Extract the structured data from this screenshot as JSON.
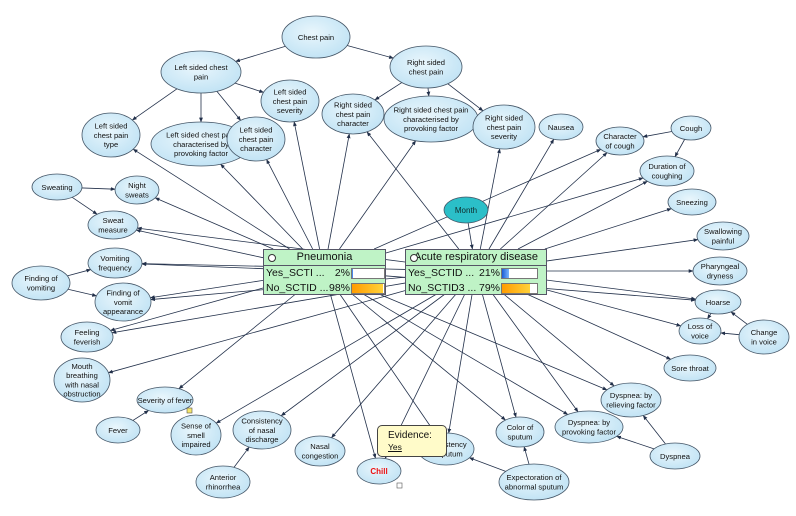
{
  "nodes": [
    {
      "id": "chest_pain",
      "lines": [
        "Chest pain"
      ]
    },
    {
      "id": "left_chest_pain",
      "lines": [
        "Left sided chest",
        "pain"
      ]
    },
    {
      "id": "right_chest_pain",
      "lines": [
        "Right sided",
        "chest pain"
      ]
    },
    {
      "id": "left_sev",
      "lines": [
        "Left sided",
        "chest pain",
        "severity"
      ]
    },
    {
      "id": "left_type",
      "lines": [
        "Left sided",
        "chest pain",
        "type"
      ]
    },
    {
      "id": "left_prov",
      "lines": [
        "Left sided chest pain",
        "characterised by",
        "provoking factor"
      ]
    },
    {
      "id": "left_char",
      "lines": [
        "Left sided",
        "chest pain",
        "character"
      ]
    },
    {
      "id": "right_char",
      "lines": [
        "Right sided",
        "chest pain",
        "character"
      ]
    },
    {
      "id": "right_prov",
      "lines": [
        "Right sided chest pain",
        "characterised by",
        "provoking factor"
      ]
    },
    {
      "id": "right_sev",
      "lines": [
        "Right sided",
        "chest pain",
        "severity"
      ]
    },
    {
      "id": "nausea",
      "lines": [
        "Nausea"
      ]
    },
    {
      "id": "char_cough",
      "lines": [
        "Character",
        "of cough"
      ]
    },
    {
      "id": "cough",
      "lines": [
        "Cough"
      ]
    },
    {
      "id": "dur_cough",
      "lines": [
        "Duration of",
        "coughing"
      ]
    },
    {
      "id": "sweating",
      "lines": [
        "Sweating"
      ]
    },
    {
      "id": "night_sweats",
      "lines": [
        "Night",
        "sweats"
      ]
    },
    {
      "id": "sweat_measure",
      "lines": [
        "Sweat",
        "measure"
      ]
    },
    {
      "id": "sneezing",
      "lines": [
        "Sneezing"
      ]
    },
    {
      "id": "swallowing",
      "lines": [
        "Swallowing",
        "painful"
      ]
    },
    {
      "id": "finding_vomiting",
      "lines": [
        "Finding of",
        "vomiting"
      ]
    },
    {
      "id": "vomit_freq",
      "lines": [
        "Vomiting",
        "frequency"
      ]
    },
    {
      "id": "vomit_app",
      "lines": [
        "Finding of",
        "vomit",
        "appearance"
      ]
    },
    {
      "id": "pharyngeal",
      "lines": [
        "Pharyngeal",
        "dryness"
      ]
    },
    {
      "id": "hoarse",
      "lines": [
        "Hoarse"
      ]
    },
    {
      "id": "loss_voice",
      "lines": [
        "Loss of",
        "voice"
      ]
    },
    {
      "id": "change_voice",
      "lines": [
        "Change",
        "in voice"
      ]
    },
    {
      "id": "feeling_feverish",
      "lines": [
        "Feeling",
        "feverish"
      ]
    },
    {
      "id": "sore_throat",
      "lines": [
        "Sore throat"
      ]
    },
    {
      "id": "mouth_breathing",
      "lines": [
        "Mouth",
        "breathing",
        "with nasal",
        "obstruction"
      ]
    },
    {
      "id": "severity_fever",
      "lines": [
        "Severity of fever"
      ]
    },
    {
      "id": "dyspnea_relieving",
      "lines": [
        "Dyspnea: by",
        "relieving factor"
      ]
    },
    {
      "id": "fever",
      "lines": [
        "Fever"
      ]
    },
    {
      "id": "smell",
      "lines": [
        "Sense of",
        "smell",
        "impaired"
      ]
    },
    {
      "id": "nasal_discharge",
      "lines": [
        "Consistency",
        "of nasal",
        "discharge"
      ]
    },
    {
      "id": "nasal_congestion",
      "lines": [
        "Nasal",
        "congestion"
      ]
    },
    {
      "id": "sputum_consistency",
      "lines": [
        "Consistency",
        "of sputum"
      ]
    },
    {
      "id": "color_sputum",
      "lines": [
        "Color of",
        "sputum"
      ]
    },
    {
      "id": "dyspnea_provoking",
      "lines": [
        "Dyspnea: by",
        "provoking factor"
      ]
    },
    {
      "id": "dyspnea",
      "lines": [
        "Dyspnea"
      ]
    },
    {
      "id": "anterior_rhinorrhea",
      "lines": [
        "Anterior",
        "rhinorrhea"
      ]
    },
    {
      "id": "expectoration",
      "lines": [
        "Expectoration of",
        "abnormal sputum"
      ]
    },
    {
      "id": "chill",
      "lines": [
        "Chill"
      ]
    },
    {
      "id": "month",
      "lines": [
        "Month"
      ]
    }
  ],
  "monitors": {
    "pneumonia": {
      "title": "Pneumonia",
      "rows": [
        {
          "label": "Yes_SCTI ...",
          "percent": "2%",
          "value": 0.02,
          "kind": "yes"
        },
        {
          "label": "No_SCTID ...",
          "percent": "98%",
          "value": 0.98,
          "kind": "no"
        }
      ]
    },
    "ard": {
      "title": "Acute respiratory disease",
      "rows": [
        {
          "label": "Yes_SCTID ...",
          "percent": "21%",
          "value": 0.21,
          "kind": "yes"
        },
        {
          "label": "No_SCTID3 ...",
          "percent": "79%",
          "value": 0.79,
          "kind": "no"
        }
      ]
    }
  },
  "evidence": {
    "title": "Evidence:",
    "value": "Yes"
  },
  "colors": {
    "node_fill": "#cfe9f7",
    "node_stroke": "#445566",
    "month_fill": "#2bbfc8",
    "monitor_bg": "#bff3c6",
    "edge": "#22304a",
    "chill_text": "#e11111",
    "evidence_bg": "#fffbc9"
  },
  "edges": [
    [
      "chest_pain",
      "left_chest_pain"
    ],
    [
      "chest_pain",
      "right_chest_pain"
    ],
    [
      "left_chest_pain",
      "left_sev"
    ],
    [
      "left_chest_pain",
      "left_type"
    ],
    [
      "left_chest_pain",
      "left_prov"
    ],
    [
      "left_chest_pain",
      "left_char"
    ],
    [
      "right_chest_pain",
      "right_char"
    ],
    [
      "right_chest_pain",
      "right_prov"
    ],
    [
      "right_chest_pain",
      "right_sev"
    ],
    [
      "cough",
      "char_cough"
    ],
    [
      "cough",
      "dur_cough"
    ],
    [
      "sweating",
      "night_sweats"
    ],
    [
      "sweating",
      "sweat_measure"
    ],
    [
      "finding_vomiting",
      "vomit_freq"
    ],
    [
      "finding_vomiting",
      "vomit_app"
    ],
    [
      "hoarse",
      "loss_voice"
    ],
    [
      "change_voice",
      "loss_voice"
    ],
    [
      "change_voice",
      "hoarse"
    ],
    [
      "fever",
      "severity_fever"
    ],
    [
      "anterior_rhinorrhea",
      "nasal_discharge"
    ],
    [
      "dyspnea",
      "dyspnea_relieving"
    ],
    [
      "dyspnea",
      "dyspnea_provoking"
    ],
    [
      "expectoration",
      "color_sputum"
    ],
    [
      "expectoration",
      "sputum_consistency"
    ],
    [
      "month",
      "ard"
    ],
    [
      "pneumonia",
      "left_type"
    ],
    [
      "pneumonia",
      "left_prov"
    ],
    [
      "pneumonia",
      "left_char"
    ],
    [
      "pneumonia",
      "left_sev"
    ],
    [
      "pneumonia",
      "sweat_measure"
    ],
    [
      "pneumonia",
      "night_sweats"
    ],
    [
      "pneumonia",
      "vomit_freq"
    ],
    [
      "pneumonia",
      "vomit_app"
    ],
    [
      "pneumonia",
      "feeling_feverish"
    ],
    [
      "pneumonia",
      "severity_fever"
    ],
    [
      "pneumonia",
      "chill"
    ],
    [
      "pneumonia",
      "sputum_consistency"
    ],
    [
      "pneumonia",
      "color_sputum"
    ],
    [
      "pneumonia",
      "dyspnea_provoking"
    ],
    [
      "pneumonia",
      "dyspnea_relieving"
    ],
    [
      "pneumonia",
      "hoarse"
    ],
    [
      "pneumonia",
      "dur_cough"
    ],
    [
      "pneumonia",
      "char_cough"
    ],
    [
      "pneumonia",
      "right_char"
    ],
    [
      "pneumonia",
      "right_prov"
    ],
    [
      "ard",
      "char_cough"
    ],
    [
      "ard",
      "dur_cough"
    ],
    [
      "ard",
      "sneezing"
    ],
    [
      "ard",
      "swallowing"
    ],
    [
      "ard",
      "pharyngeal"
    ],
    [
      "ard",
      "hoarse"
    ],
    [
      "ard",
      "loss_voice"
    ],
    [
      "ard",
      "sore_throat"
    ],
    [
      "ard",
      "nausea"
    ],
    [
      "ard",
      "right_sev"
    ],
    [
      "ard",
      "dyspnea_relieving"
    ],
    [
      "ard",
      "dyspnea_provoking"
    ],
    [
      "ard",
      "color_sputum"
    ],
    [
      "ard",
      "sputum_consistency"
    ],
    [
      "ard",
      "nasal_congestion"
    ],
    [
      "ard",
      "chill"
    ],
    [
      "ard",
      "nasal_discharge"
    ],
    [
      "ard",
      "smell"
    ],
    [
      "ard",
      "mouth_breathing"
    ],
    [
      "ard",
      "feeling_feverish"
    ],
    [
      "ard",
      "vomit_app"
    ],
    [
      "ard",
      "sweat_measure"
    ],
    [
      "ard",
      "vomit_freq"
    ],
    [
      "ard",
      "right_char"
    ]
  ]
}
